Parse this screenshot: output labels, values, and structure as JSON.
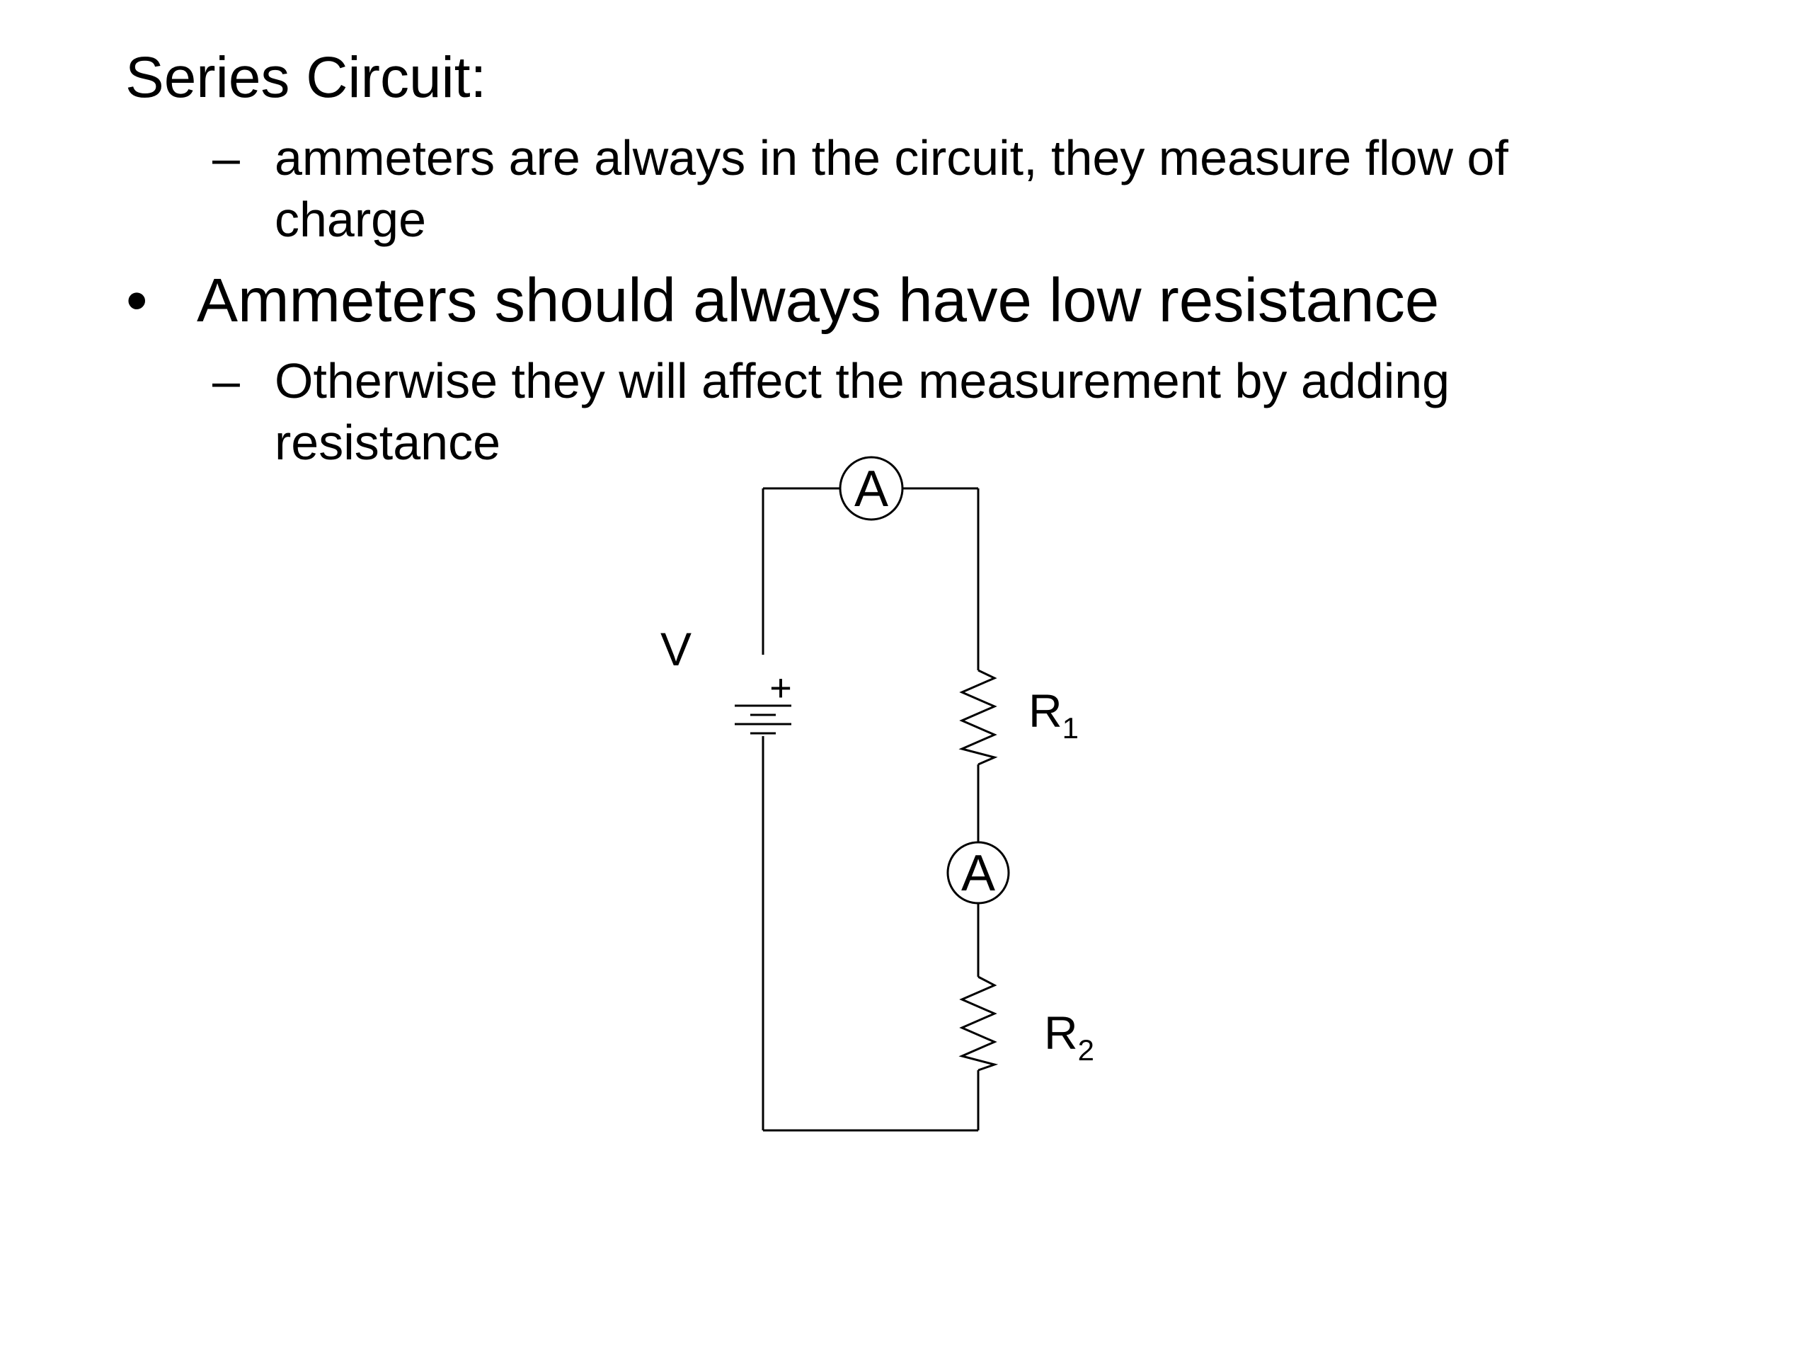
{
  "slide": {
    "heading": "Series Circuit:",
    "sub_item_1": "ammeters are always in the circuit, they measure flow of charge",
    "bullet": "Ammeters should always have low resistance",
    "sub_item_2": "Otherwise they will affect the measurement by adding resistance",
    "dash": "–",
    "bullet_glyph": "•"
  },
  "diagram": {
    "source_label": "V",
    "plus_sign": "+",
    "ammeter_top_label": "A",
    "ammeter_middle_label": "A",
    "resistor_1_letter": "R",
    "resistor_1_subscript": "1",
    "resistor_2_letter": "R",
    "resistor_2_subscript": "2"
  }
}
